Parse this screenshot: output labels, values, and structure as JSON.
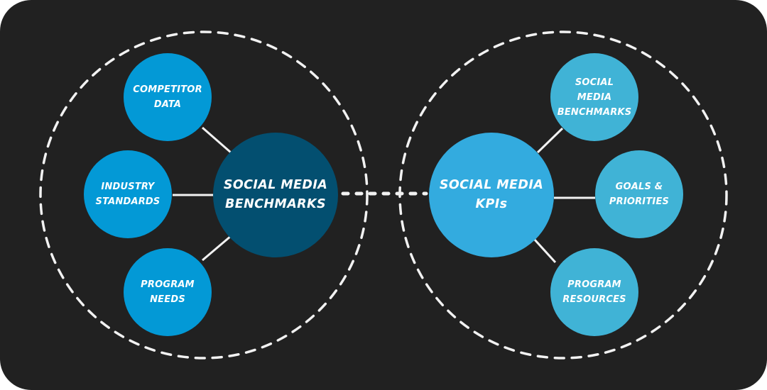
{
  "colors": {
    "background": "#212121",
    "left_hub": "#034f70",
    "left_satellite": "#0399d6",
    "right_hub": "#33abdf",
    "right_satellite": "#40b3d6",
    "connector": "#f2f2f2",
    "text": "#ffffff"
  },
  "left_group": {
    "hub": {
      "line1": "SOCIAL MEDIA",
      "line2": "BENCHMARKS"
    },
    "satellites": [
      {
        "line1": "COMPETITOR",
        "line2": "DATA"
      },
      {
        "line1": "INDUSTRY",
        "line2": "STANDARDS"
      },
      {
        "line1": "PROGRAM",
        "line2": "NEEDS"
      }
    ]
  },
  "right_group": {
    "hub": {
      "line1": "SOCIAL MEDIA",
      "line2": "KPIs"
    },
    "satellites": [
      {
        "line1": "SOCIAL",
        "line2": "MEDIA",
        "line3": "BENCHMARKS"
      },
      {
        "line1": "GOALS &",
        "line2": "PRIORITIES"
      },
      {
        "line1": "PROGRAM",
        "line2": "RESOURCES"
      }
    ]
  }
}
